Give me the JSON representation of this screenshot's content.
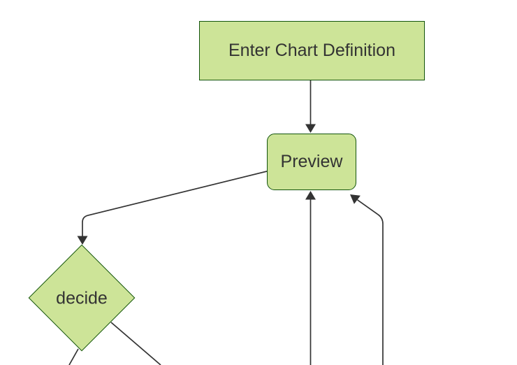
{
  "diagram": {
    "type": "flowchart",
    "orientation": "top-down",
    "theme": "forest",
    "colors": {
      "canvas_bg": "#ffffff",
      "node_fill": "#cde498",
      "node_border": "#13540c",
      "edge_stroke": "#333333",
      "arrowhead_fill": "#333333",
      "label_color": "#333333"
    },
    "nodes": {
      "enter": {
        "label": "Enter Chart Definition",
        "shape": "rectangle"
      },
      "preview": {
        "label": "Preview",
        "shape": "rounded-rectangle"
      },
      "decide": {
        "label": "decide",
        "shape": "diamond"
      }
    },
    "edges": [
      {
        "from": "enter",
        "to": "preview",
        "arrow": true
      },
      {
        "from": "preview",
        "to": "decide",
        "arrow": true
      },
      {
        "from": "offscreen-bottom-center",
        "to": "preview",
        "arrow": true
      },
      {
        "from": "offscreen-bottom-right",
        "to": "preview",
        "arrow": true
      },
      {
        "from": "decide",
        "to": "offscreen-bottom-left",
        "arrow": false
      },
      {
        "from": "decide",
        "to": "offscreen-bottom-right",
        "arrow": false
      }
    ]
  }
}
